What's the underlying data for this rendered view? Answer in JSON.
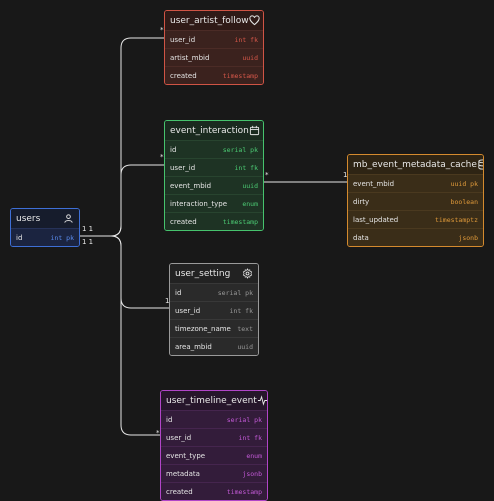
{
  "tables": {
    "user_artist_follow": {
      "title": "user_artist_follow",
      "icon": "heart-icon",
      "rows": [
        {
          "name": "user_id",
          "type": "int fk"
        },
        {
          "name": "artist_mbid",
          "type": "uuid"
        },
        {
          "name": "created",
          "type": "timestamp"
        }
      ]
    },
    "event_interaction": {
      "title": "event_interaction",
      "icon": "calendar-icon",
      "rows": [
        {
          "name": "id",
          "type": "serial pk"
        },
        {
          "name": "user_id",
          "type": "int fk"
        },
        {
          "name": "event_mbid",
          "type": "uuid"
        },
        {
          "name": "interaction_type",
          "type": "enum"
        },
        {
          "name": "created",
          "type": "timestamp"
        }
      ]
    },
    "mb_event_metadata_cache": {
      "title": "mb_event_metadata_cache",
      "icon": "database-icon",
      "rows": [
        {
          "name": "event_mbid",
          "type": "uuid pk"
        },
        {
          "name": "dirty",
          "type": "boolean"
        },
        {
          "name": "last_updated",
          "type": "timestamptz"
        },
        {
          "name": "data",
          "type": "jsonb"
        }
      ]
    },
    "users": {
      "title": "users",
      "icon": "user-icon",
      "rows": [
        {
          "name": "id",
          "type": "int pk"
        }
      ]
    },
    "user_setting": {
      "title": "user_setting",
      "icon": "gear-icon",
      "rows": [
        {
          "name": "id",
          "type": "serial pk"
        },
        {
          "name": "user_id",
          "type": "int fk"
        },
        {
          "name": "timezone_name",
          "type": "text"
        },
        {
          "name": "area_mbid",
          "type": "uuid"
        }
      ]
    },
    "user_timeline_event": {
      "title": "user_timeline_event",
      "icon": "activity-icon",
      "rows": [
        {
          "name": "id",
          "type": "serial pk"
        },
        {
          "name": "user_id",
          "type": "int fk"
        },
        {
          "name": "event_type",
          "type": "enum"
        },
        {
          "name": "metadata",
          "type": "jsonb"
        },
        {
          "name": "created",
          "type": "timestamp"
        }
      ]
    }
  },
  "cardinality": {
    "one": "1",
    "many": "*",
    "users_one_one": "1 1"
  },
  "colors": {
    "red": "#d05445",
    "green": "#46c36d",
    "orange": "#d48a2e",
    "blue": "#3e6fd6",
    "gray": "#9a9a9a",
    "purple": "#b145c8",
    "line": "#e8e8e8"
  }
}
